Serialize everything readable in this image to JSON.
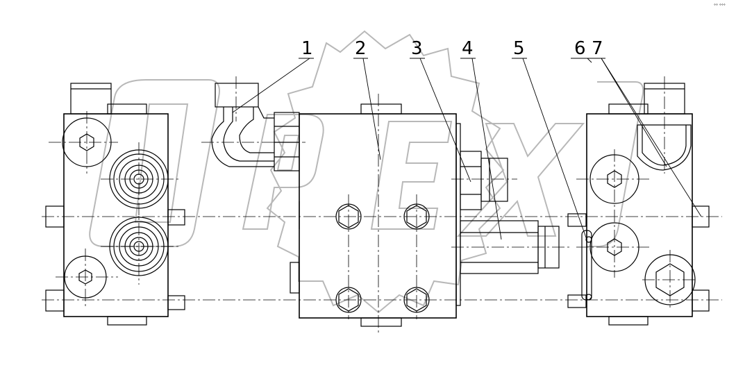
{
  "drawing": {
    "watermark_text": "OPEX",
    "corner_mark": "°° °°°",
    "callouts": [
      {
        "label": "1"
      },
      {
        "label": "2"
      },
      {
        "label": "3"
      },
      {
        "label": "4"
      },
      {
        "label": "5"
      },
      {
        "label": "6"
      },
      {
        "label": "7"
      }
    ]
  },
  "colors": {
    "line": "#000000",
    "watermark": "#b8b8b8",
    "background": "#ffffff"
  }
}
